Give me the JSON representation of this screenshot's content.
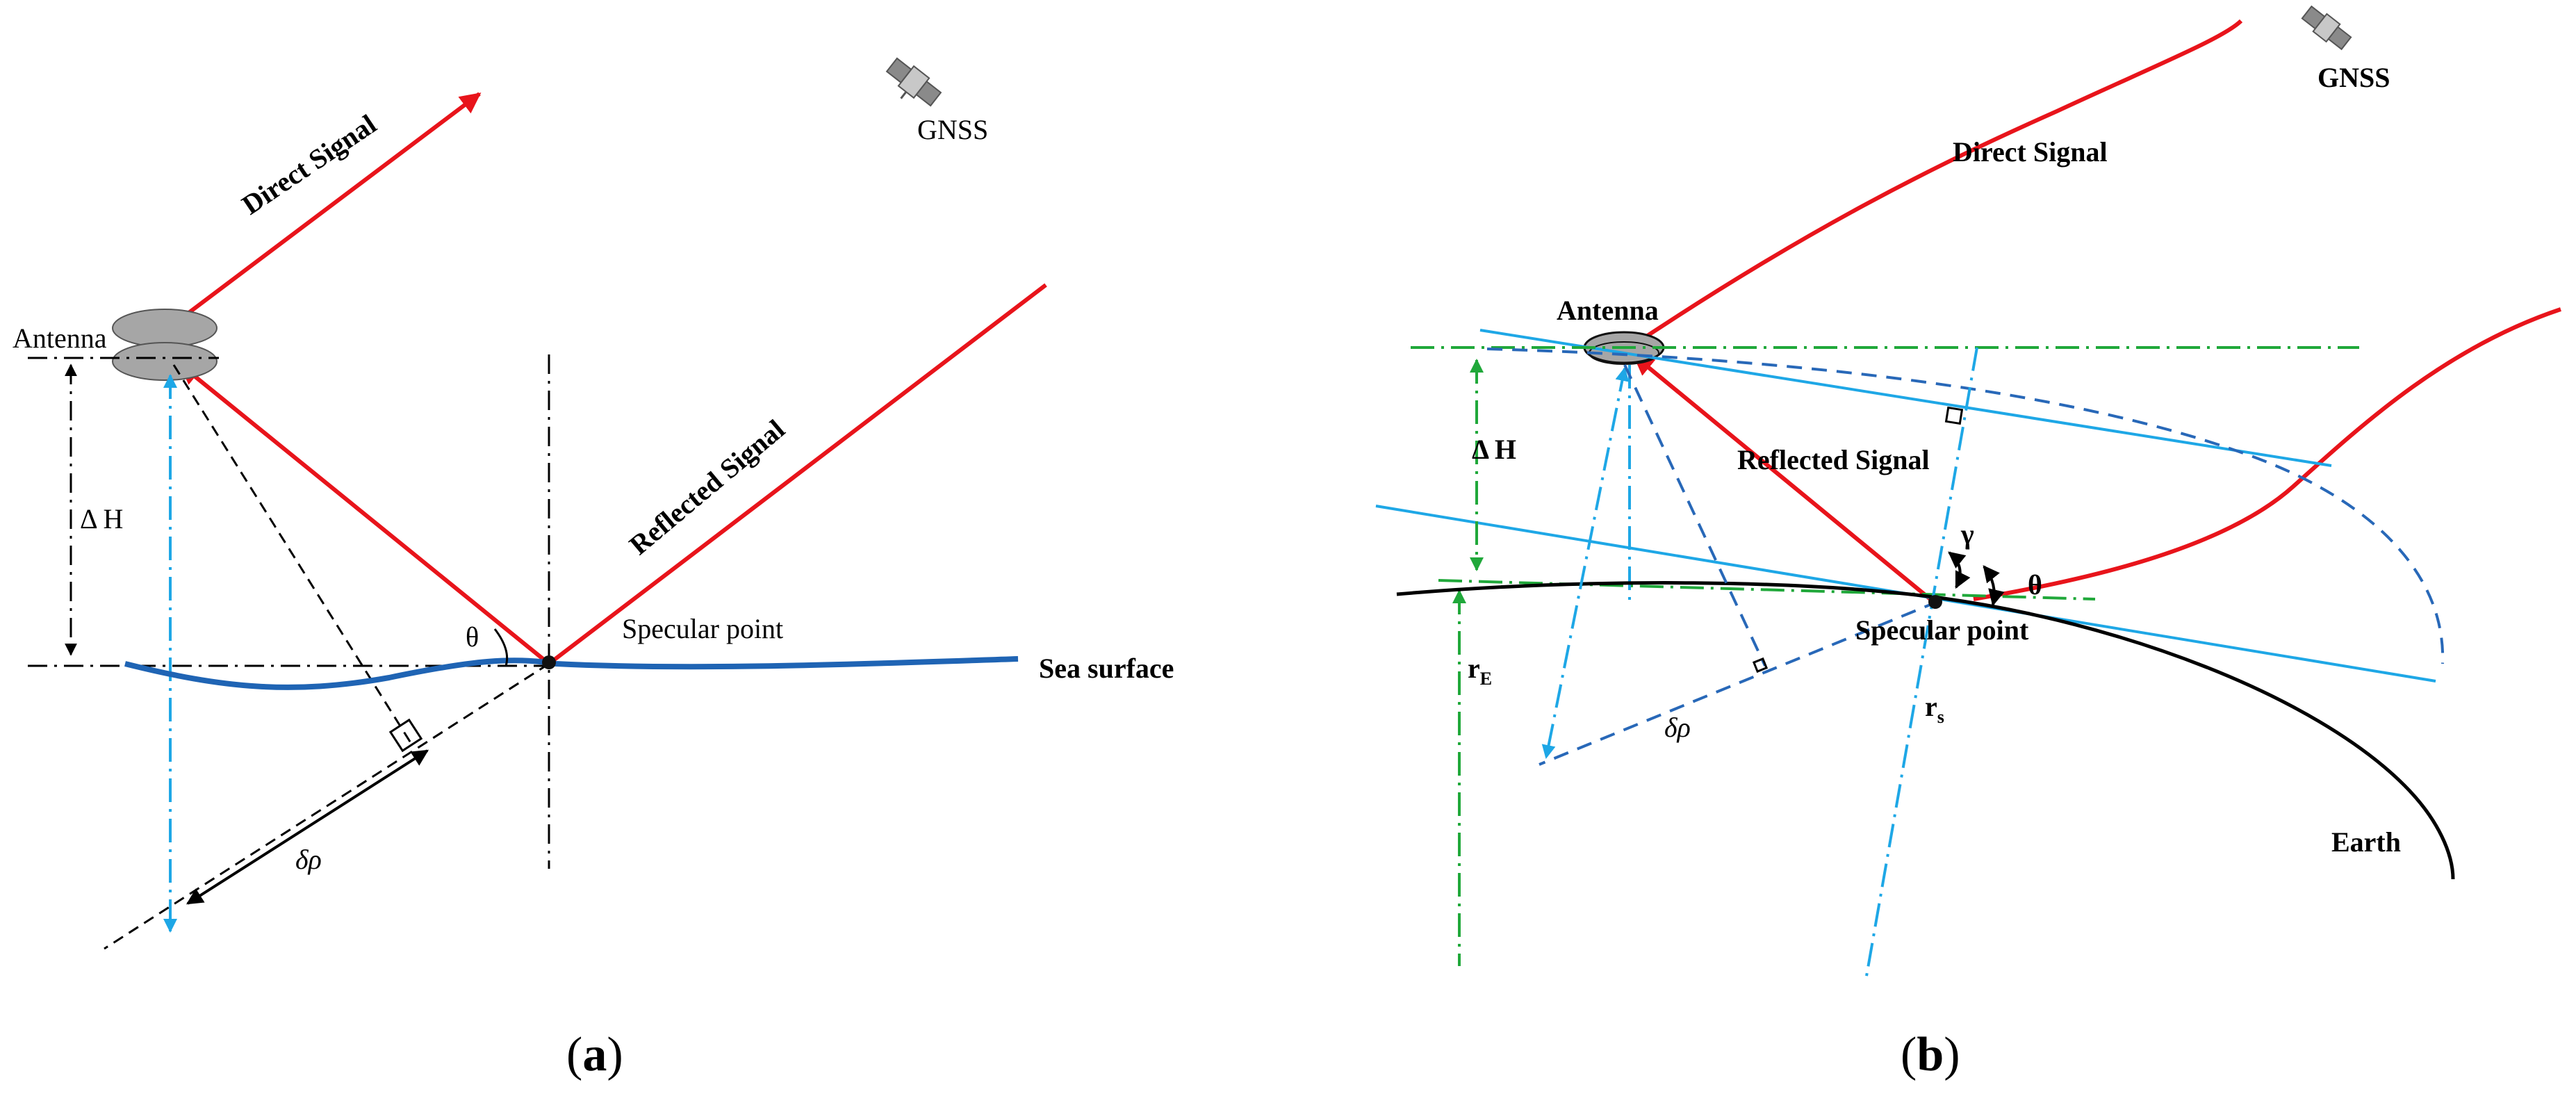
{
  "panel_a": {
    "labels": {
      "direct_signal": "Direct Signal",
      "gnss": "GNSS",
      "antenna": "Antenna",
      "delta_h": "Δ H",
      "reflected_signal": "Reflected Signal",
      "specular_point": "Specular point",
      "sea_surface": "Sea surface",
      "theta": "θ",
      "delta_rho": "δρ"
    },
    "caption": {
      "open": "(",
      "letter": "a",
      "close": ")"
    }
  },
  "panel_b": {
    "labels": {
      "gnss": "GNSS",
      "direct_signal": "Direct Signal",
      "antenna": "Antenna",
      "delta_h": "Δ H",
      "reflected_signal": "Reflected Signal",
      "gamma": "γ",
      "theta": "θ",
      "specular_point": "Specular point",
      "r_e_main": "r",
      "r_e_sub": "E",
      "r_s_main": "r",
      "r_s_sub": "s",
      "delta_rho": "δρ",
      "earth": "Earth"
    },
    "caption": {
      "open": "(",
      "letter": "b",
      "close": ")"
    }
  },
  "colors": {
    "signal": "#e8141b",
    "sea_surface": "#1f64b4",
    "cyan_lines": "#1ea7e6",
    "green_lines": "#20a83a",
    "blue_dashed": "#2868b8",
    "antenna_fill": "#a6a6a6"
  }
}
